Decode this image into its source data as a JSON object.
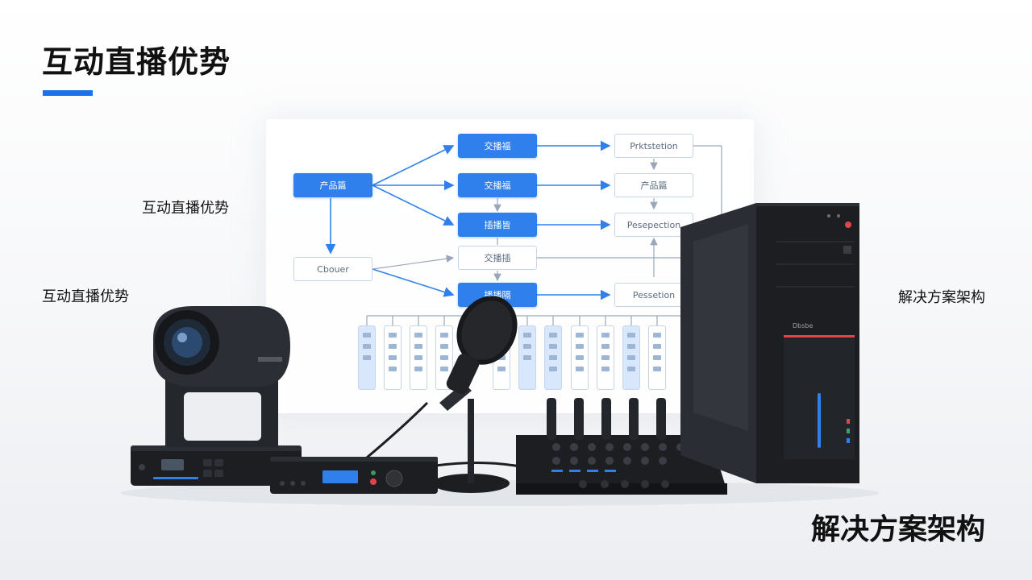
{
  "page": {
    "title": "互动直播优势",
    "label_a": "互动直播优势",
    "label_b": "互动直播优势",
    "label_c": "解决方案架构",
    "footer": "解决方案架构",
    "accent": "#1a73e8"
  },
  "diagram": {
    "box_left": "产品篇",
    "box_top_1": "交播福",
    "box_top_2": "交播福",
    "box_top_3": "插播皆",
    "box_mid_4": "交播插",
    "box_mid_5": "播播隔",
    "box_bottom_left": "Cbouer",
    "box_right_1": "Prktstetion",
    "box_right_2": "产品篇",
    "box_right_3": "Pesepection",
    "box_right_4": "Pessetion"
  },
  "hardware": {
    "camera_brand": "▬▬▬▬",
    "encoder_display": "▬▬▬▬",
    "amp_display": "▬▬▬▬",
    "pc_label": "Dbsbe"
  }
}
